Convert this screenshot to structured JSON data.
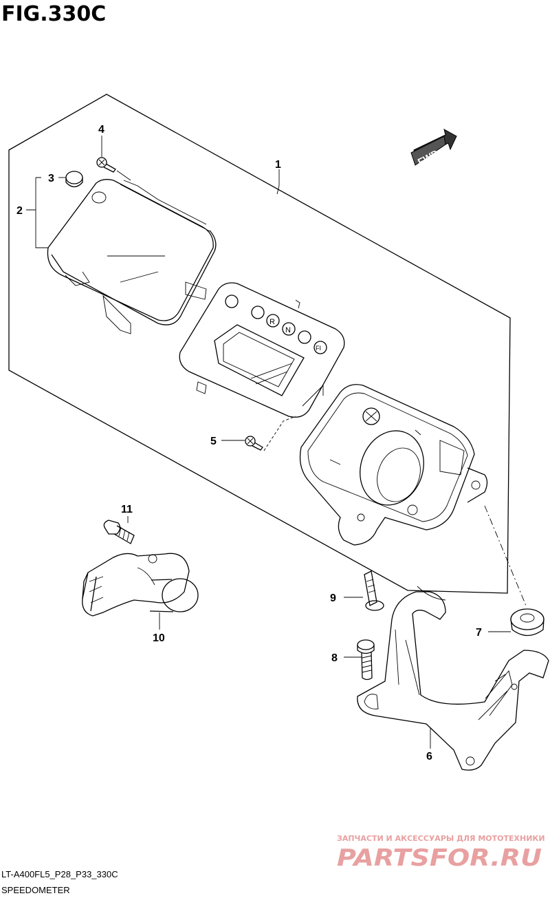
{
  "figure": {
    "title": "FIG.330C"
  },
  "fwd_label": "FWD",
  "callouts": [
    {
      "id": "1",
      "label": "1"
    },
    {
      "id": "2",
      "label": "2"
    },
    {
      "id": "3",
      "label": "3"
    },
    {
      "id": "4",
      "label": "4"
    },
    {
      "id": "5",
      "label": "5"
    },
    {
      "id": "6",
      "label": "6"
    },
    {
      "id": "7",
      "label": "7"
    },
    {
      "id": "8",
      "label": "8"
    },
    {
      "id": "9",
      "label": "9"
    },
    {
      "id": "10",
      "label": "10"
    },
    {
      "id": "11",
      "label": "11"
    }
  ],
  "indicator_letters": [
    "R",
    "N",
    "FI"
  ],
  "footer": {
    "model_code": "LT-A400FL5_P28_P33_330C",
    "section": "SPEEDOMETER"
  },
  "watermark": {
    "tagline": "ЗАПЧАСТИ И АКСЕССУАРЫ ДЛЯ МОТОТЕХНИКИ",
    "brand": "PARTSFOR.RU",
    "color": "#e8a0a0"
  }
}
